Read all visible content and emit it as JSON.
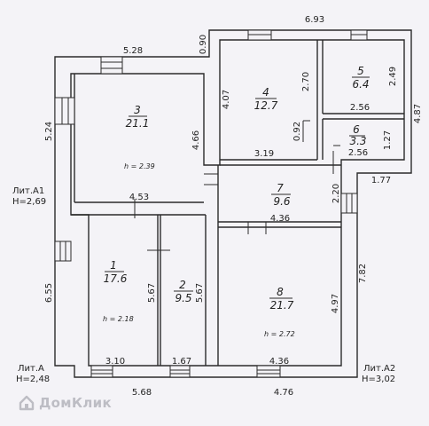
{
  "rooms": [
    {
      "id": "1",
      "number": "1",
      "area": "17.6",
      "height": "h = 2.18"
    },
    {
      "id": "2",
      "number": "2",
      "area": "9.5"
    },
    {
      "id": "3",
      "number": "3",
      "area": "21.1",
      "height": "h = 2.39"
    },
    {
      "id": "4",
      "number": "4",
      "area": "12.7"
    },
    {
      "id": "5",
      "number": "5",
      "area": "6.4"
    },
    {
      "id": "6",
      "number": "6",
      "area": "3.3"
    },
    {
      "id": "7",
      "number": "7",
      "area": "9.6"
    },
    {
      "id": "8",
      "number": "8",
      "area": "21.7",
      "height": "h = 2.72"
    }
  ],
  "dimensions": {
    "top_total": "6.93",
    "top_left": "5.28",
    "top_step": "0.90",
    "left_upper": "5.24",
    "left_lower": "6.55",
    "right_upper": "4.87",
    "right_lower": "7.82",
    "step_right": "1.77",
    "bottom_inner": "5.68",
    "bottom_outer": "4.76",
    "r3_height": "4.66",
    "r3_width": "4.53",
    "r4_height": "4.07",
    "r4_depth": "2.70",
    "r4_width": "3.19",
    "r4_door": "0.92",
    "r5_height": "2.49",
    "r5_width": "2.56",
    "r6_width": "2.56",
    "r6_height": "1.27",
    "r7_height": "2.20",
    "r7_width": "4.36",
    "r1_height": "5.67",
    "r2_height": "5.67",
    "r1_width": "3.10",
    "r2_width": "1.67",
    "r8_height": "4.97",
    "r8_width": "4.36"
  },
  "labels": {
    "lit_a1": "Лит.А1",
    "lit_a1_h": "H=2,69",
    "lit_a": "Лит.А",
    "lit_a_h": "H=2,48",
    "lit_a2": "Лит.А2",
    "lit_a2_h": "H=3,02"
  },
  "brand": {
    "name": "ДомКлик",
    "color": "#bdbdc4"
  }
}
